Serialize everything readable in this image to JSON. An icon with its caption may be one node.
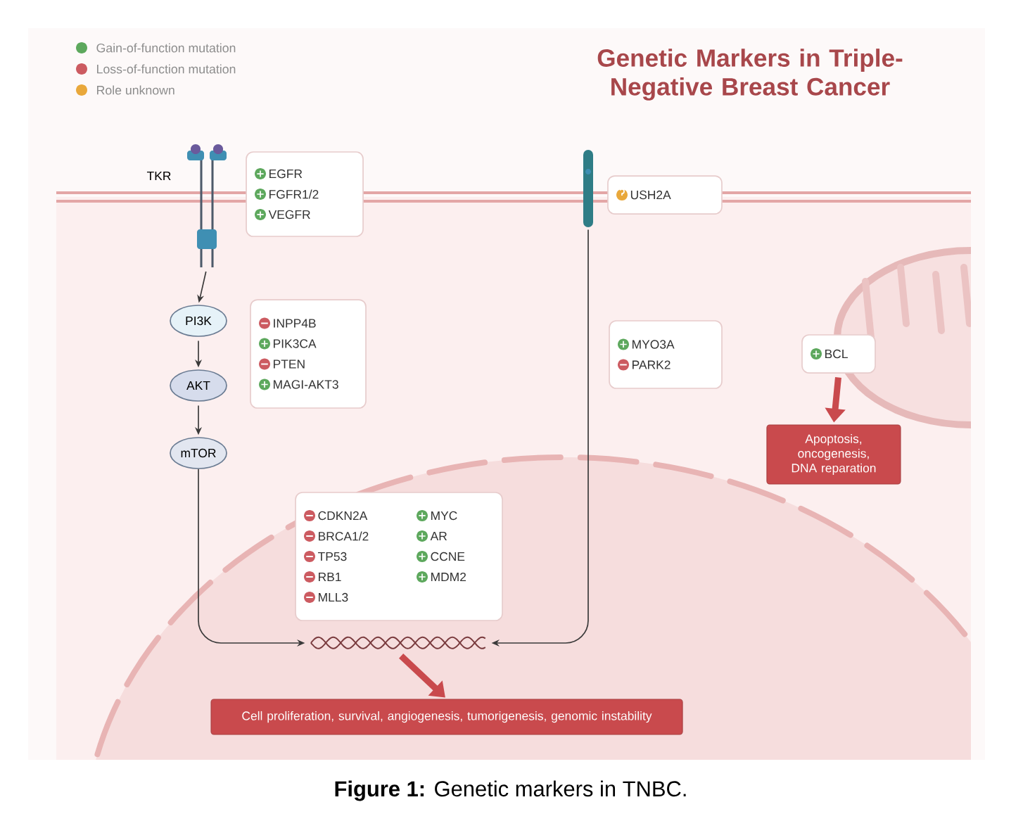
{
  "diagram": {
    "title": "Genetic Markers in Triple-Negative Breast Cancer",
    "caption": "**Figure 1:** Genetic markers in TNBC.",
    "nodes": [
      {
        "text": [],
        "shape": "picture",
        "beside": [
          "TKR"
        ]
      },
      {
        "text": [
          "EGFR",
          "FGFR1/2",
          "VEGFR"
        ]
      },
      {
        "text": [
          "PI3K"
        ]
      },
      {
        "text": [
          "AKT"
        ]
      },
      {
        "text": [
          "mTOR"
        ]
      },
      {
        "text": [
          "INPP4B",
          "PIK3CA",
          "PTEN",
          "MAGI-AKT3"
        ]
      },
      {
        "text": [],
        "shape": "picture"
      },
      {
        "text": [
          "USH2A"
        ]
      },
      {
        "text": [
          "MYO3A",
          "PARK2"
        ]
      },
      {
        "text": [
          "BCL"
        ]
      },
      {
        "text": [
          "Apoptosis, oncogenesis, DNA reparation"
        ]
      },
      {
        "text": [
          "CDKN2A",
          "BRCA1/2",
          "TP53",
          "RB1",
          "MLL3",
          "MYC",
          "AR",
          "CCNE",
          "MDM2"
        ]
      },
      {
        "text": [],
        "shape": "picture"
      },
      {
        "text": [
          "Cell proliferation, survival, angiogenesis, tumorigenesis, genomic instability"
        ]
      }
    ],
    "edges": [
      {
        "from": 0,
        "to": 2,
        "arrow": "to"
      },
      {
        "from": 2,
        "to": 3,
        "arrow": "to"
      },
      {
        "from": 3,
        "to": 4,
        "arrow": "to"
      },
      {
        "from": 4,
        "to": 12,
        "arrow": "to"
      },
      {
        "from": 6,
        "to": 12,
        "arrow": "to"
      },
      {
        "from": 9,
        "to": 10,
        "arrow": "to",
        "style": "thick",
        "color": "#c94a4d"
      },
      {
        "from": 12,
        "to": 13,
        "arrow": "to",
        "style": "thick",
        "color": "#c94a4d"
      }
    ],
    "legend": [
      {
        "text": "Gain-of-function mutation",
        "color": "#5da85d"
      },
      {
        "text": "Loss-of-function mutation",
        "color": "#cc5b61"
      },
      {
        "text": "Role unknown",
        "color": "#e9a83b"
      }
    ]
  }
}
